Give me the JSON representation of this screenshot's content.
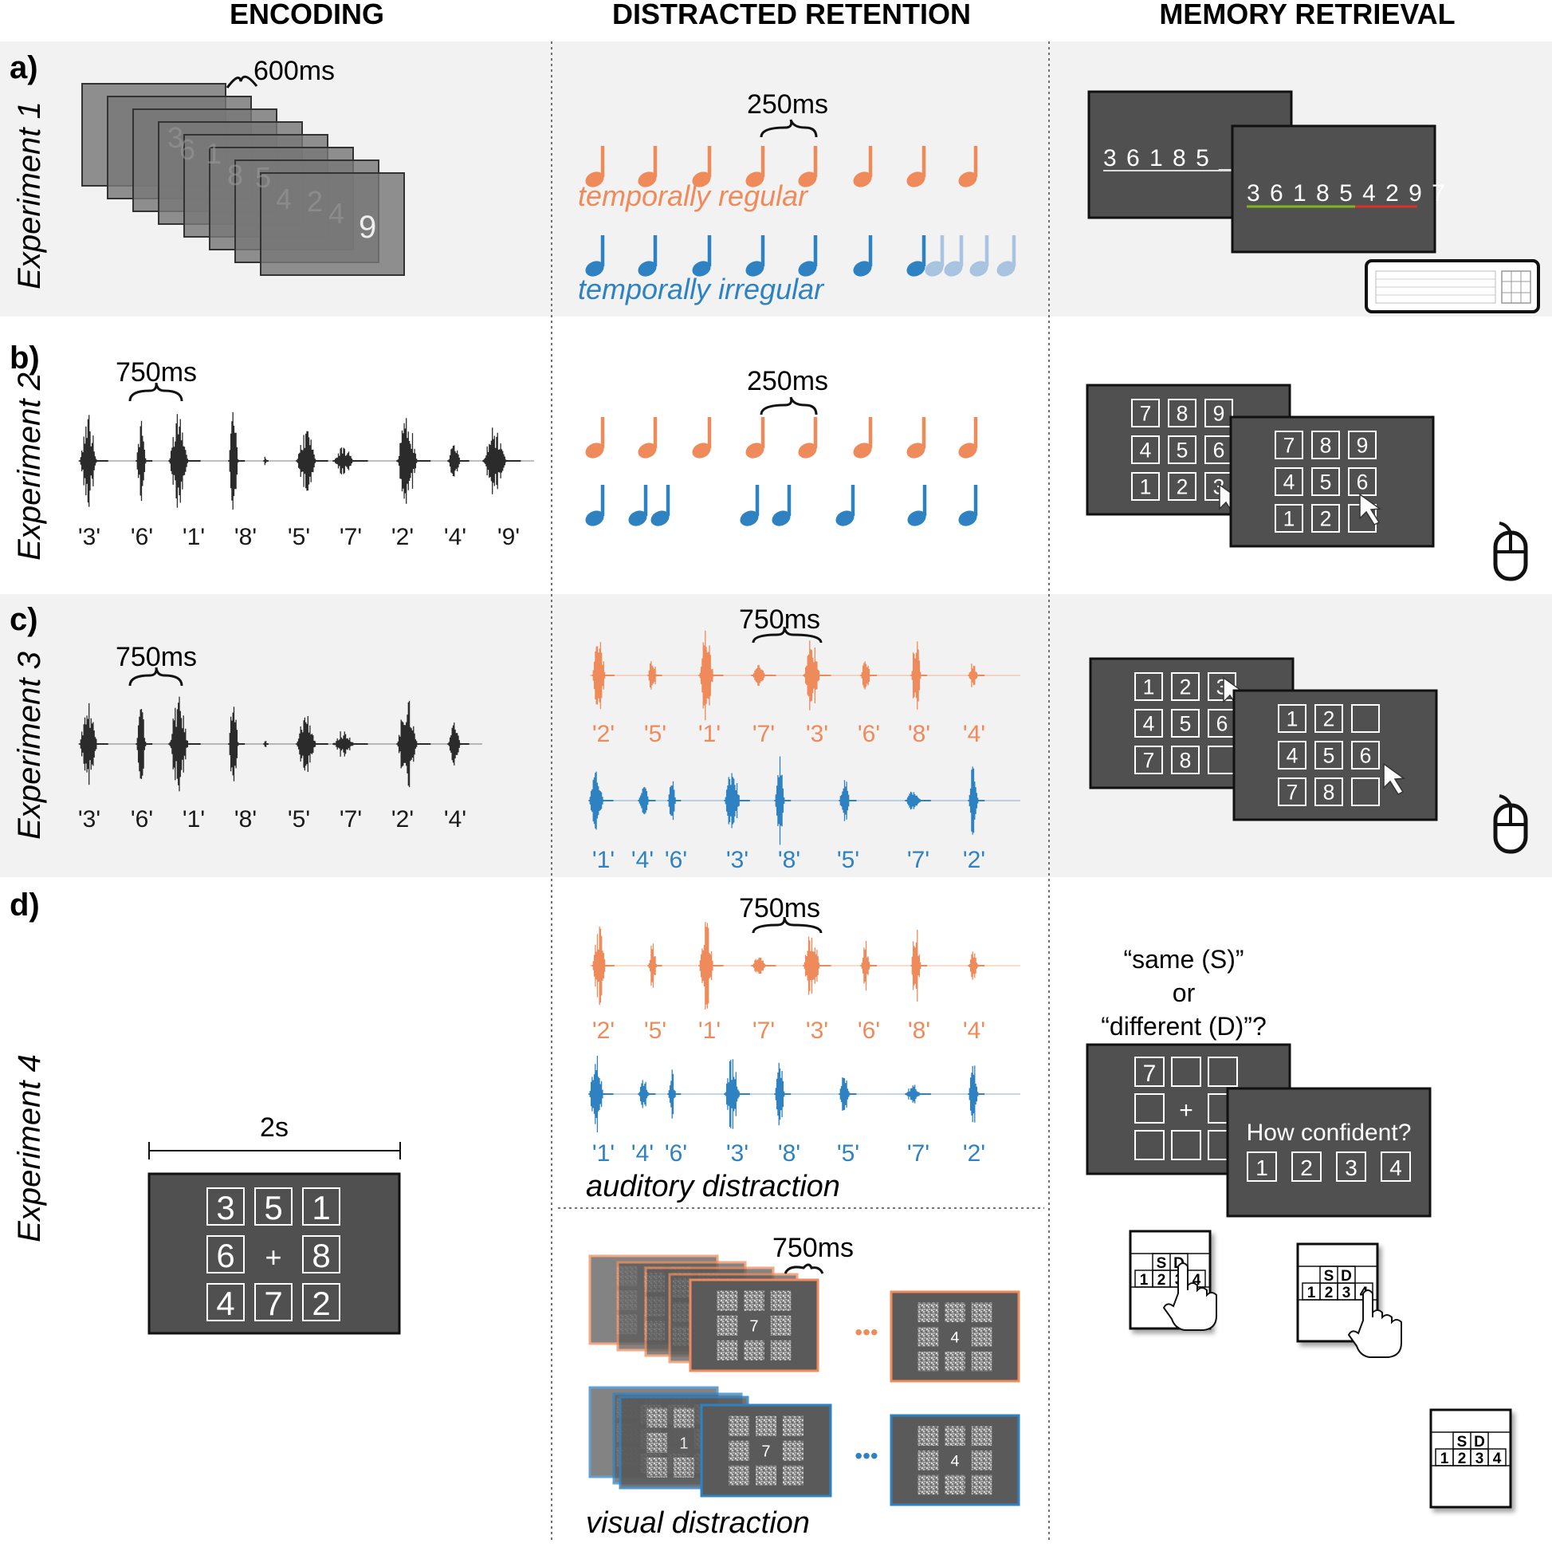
{
  "columns": {
    "encoding": "ENCODING",
    "retention": "DISTRACTED RETENTION",
    "retrieval": "MEMORY RETRIEVAL"
  },
  "colors": {
    "orange": "#ef8a5a",
    "blue": "#2e82c2",
    "blue_faded": "#a8c4e0",
    "panel_bg": "#f2f2f2",
    "screen": "#505050",
    "waveform": "#2b2b2b"
  },
  "panels": {
    "a": {
      "letter": "a)",
      "experiment": "Experiment 1",
      "encoding_timing": "600ms",
      "encoding_stream_digits": [
        "3",
        "6",
        "1",
        "8",
        "5",
        "4",
        "2",
        "4",
        "9"
      ],
      "retention_timing": "250ms",
      "regular_label": "temporally regular",
      "irregular_label": "temporally irregular",
      "recall_partial": "3 6 1 8 5 _ _ _",
      "recall_full": "3 6 1 8 5 4 2 9 7",
      "input_device": "keyboard-icon"
    },
    "b": {
      "letter": "b)",
      "experiment": "Experiment 2",
      "encoding_timing": "750ms",
      "spoken_digits": [
        "'3'",
        "'6'",
        "'1'",
        "'8'",
        "'5'",
        "'7'",
        "'2'",
        "'4'",
        "'9'"
      ],
      "retention_timing": "250ms",
      "keypad_back": [
        "7",
        "8",
        "9",
        "4",
        "5",
        "6",
        "1",
        "2",
        "3"
      ],
      "keypad_front": [
        "7",
        "8",
        "9",
        "4",
        "5",
        "6",
        "1",
        "2",
        ""
      ],
      "input_device": "mouse-icon"
    },
    "c": {
      "letter": "c)",
      "experiment": "Experiment 3",
      "encoding_timing": "750ms",
      "spoken_digits": [
        "'3'",
        "'6'",
        "'1'",
        "'8'",
        "'5'",
        "'7'",
        "'2'",
        "'4'"
      ],
      "retention_timing": "750ms",
      "orange_digits": [
        "'2'",
        "'5'",
        "'1'",
        "'7'",
        "'3'",
        "'6'",
        "'8'",
        "'4'"
      ],
      "blue_digits": [
        "'1'",
        "'4'",
        "'6'",
        "'3'",
        "'8'",
        "'5'",
        "'7'",
        "'2'"
      ],
      "keypad_back": [
        "1",
        "2",
        "3",
        "4",
        "5",
        "6",
        "7",
        "8",
        ""
      ],
      "keypad_front": [
        "1",
        "2",
        "",
        "4",
        "5",
        "6",
        "7",
        "8",
        ""
      ],
      "input_device": "mouse-icon"
    },
    "d": {
      "letter": "d)",
      "experiment": "Experiment 4",
      "encoding_duration": "2s",
      "grid": [
        "3",
        "5",
        "1",
        "6",
        "+",
        "8",
        "4",
        "7",
        "2"
      ],
      "retention_timing": "750ms",
      "orange_digits": [
        "'2'",
        "'5'",
        "'1'",
        "'7'",
        "'3'",
        "'6'",
        "'8'",
        "'4'"
      ],
      "blue_digits": [
        "'1'",
        "'4'",
        "'6'",
        "'3'",
        "'8'",
        "'5'",
        "'7'",
        "'2'"
      ],
      "auditory_label": "auditory distraction",
      "visual_timing": "750ms",
      "visual_label": "visual distraction",
      "visual_orange_digits": [
        "7",
        "4"
      ],
      "visual_blue_digits": [
        "1",
        "7",
        "4"
      ],
      "ellipsis": "•••",
      "question_line1": "“same (S)”",
      "question_line2": "or",
      "question_line3": "“different (D)”?",
      "probe_grid": [
        "7",
        "",
        "",
        "",
        "+",
        "",
        "",
        "",
        ""
      ],
      "confidence_question": "How confident?",
      "confidence_options": [
        "1",
        "2",
        "3",
        "4"
      ],
      "response_pad_keys": [
        "S",
        "D",
        "1",
        "2",
        "3",
        "4"
      ]
    }
  }
}
